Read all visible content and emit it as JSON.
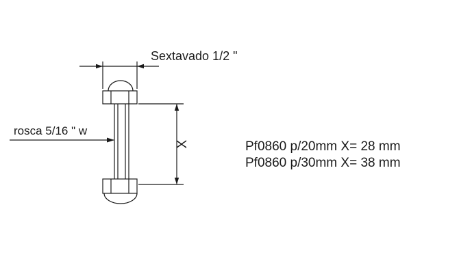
{
  "drawing": {
    "labels": {
      "hex_dimension": "Sextavado 1/2 \"",
      "thread": "rosca 5/16 \" w",
      "length_variable": "X"
    },
    "specs": [
      "Pf0860 p/20mm X= 28 mm",
      "Pf0860 p/30mm X= 38 mm"
    ],
    "colors": {
      "line": "#1a1a1a",
      "background": "#ffffff"
    }
  }
}
